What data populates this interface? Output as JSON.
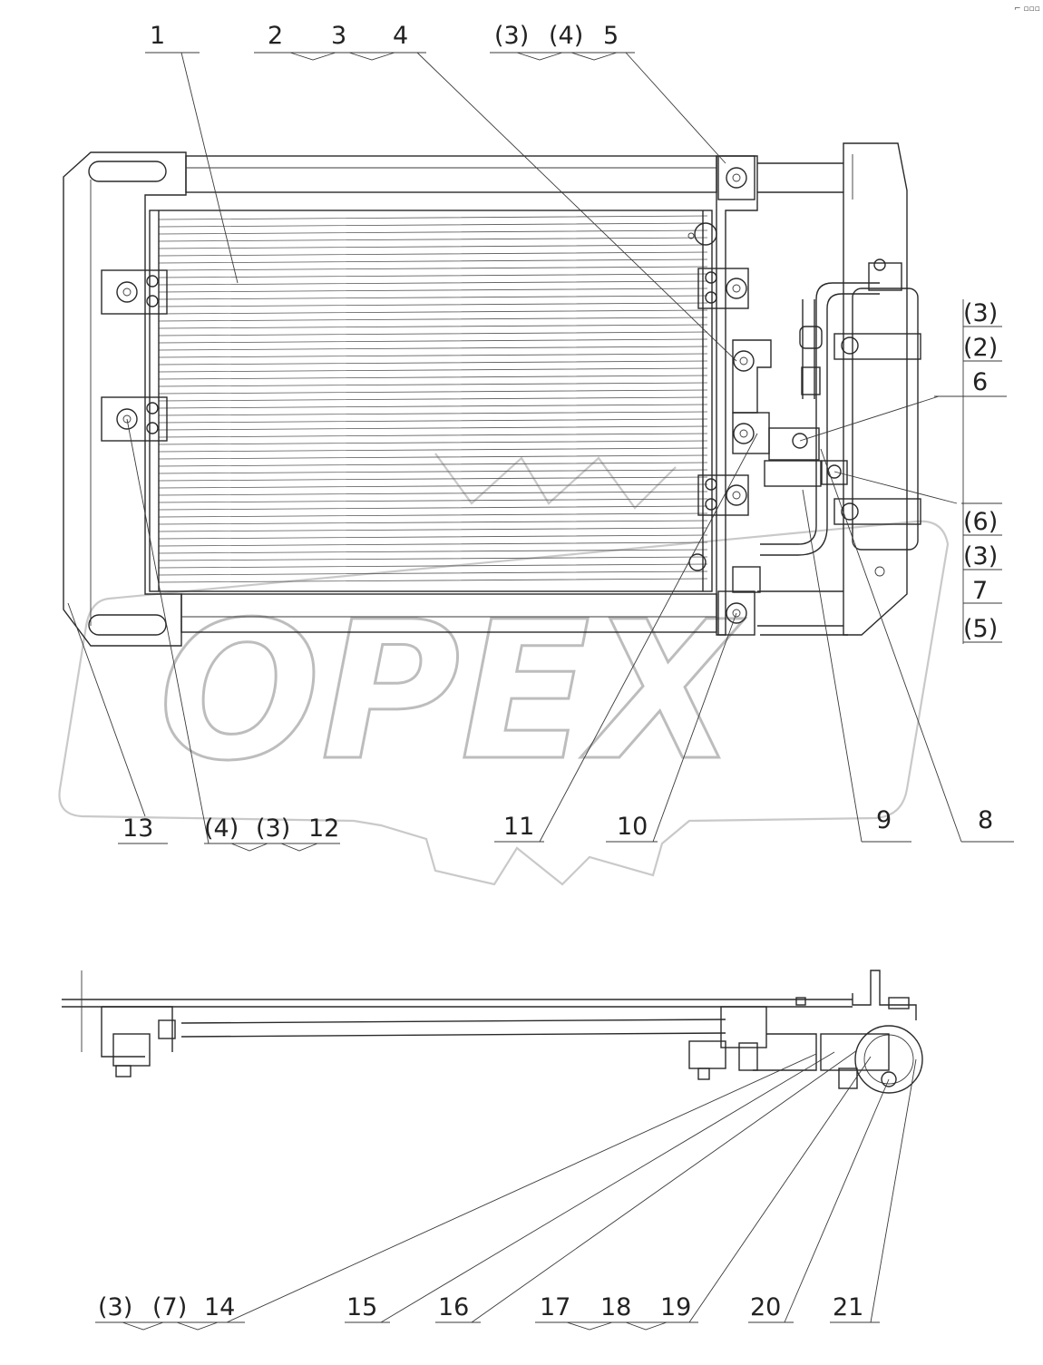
{
  "corner_mark": "⌐ ▫▫▫",
  "watermark": "OPEX",
  "labels": {
    "l1": "1",
    "l2": "2",
    "l3": "3",
    "l4": "4",
    "l3p_top": "(3)",
    "l4p_top": "(4)",
    "l5": "5",
    "r3p_a": "(3)",
    "r2p": "(2)",
    "r6": "6",
    "r6p": "(6)",
    "r3p_b": "(3)",
    "r7": "7",
    "r5p": "(5)",
    "b13": "13",
    "b4p": "(4)",
    "b3p": "(3)",
    "b12": "12",
    "b11": "11",
    "b10": "10",
    "b9": "9",
    "b8": "8",
    "c3p": "(3)",
    "c7p": "(7)",
    "c14": "14",
    "c15": "15",
    "c16": "16",
    "c17": "17",
    "c18": "18",
    "c19": "19",
    "c20": "20",
    "c21": "21"
  }
}
